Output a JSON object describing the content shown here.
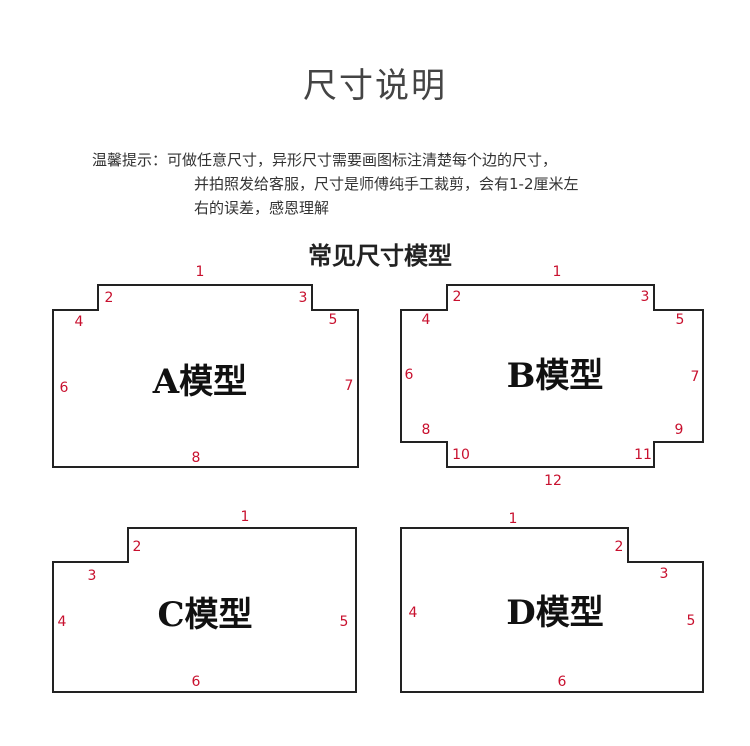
{
  "title": "尺寸说明",
  "notice": {
    "line1": "温馨提示：可做任意尺寸，异形尺寸需要画图标注清楚每个边的尺寸，",
    "line2": "并拍照发给客服，尺寸是师傅纯手工裁剪，会有1-2厘米左",
    "line3": "右的误差，感恩理解"
  },
  "subtitle": "常见尺寸模型",
  "models": [
    {
      "name": "A模型",
      "edges": [
        "1",
        "2",
        "3",
        "4",
        "5",
        "6",
        "7",
        "8"
      ]
    },
    {
      "name": "B模型",
      "edges": [
        "1",
        "2",
        "3",
        "4",
        "5",
        "6",
        "7",
        "8",
        "9",
        "10",
        "11",
        "12"
      ]
    },
    {
      "name": "C模型",
      "edges": [
        "1",
        "2",
        "3",
        "4",
        "5",
        "6"
      ]
    },
    {
      "name": "D模型",
      "edges": [
        "1",
        "2",
        "3",
        "4",
        "5",
        "6"
      ]
    }
  ],
  "colors": {
    "edge_label": "#c8102e",
    "outline": "#222222",
    "title": "#444444"
  }
}
